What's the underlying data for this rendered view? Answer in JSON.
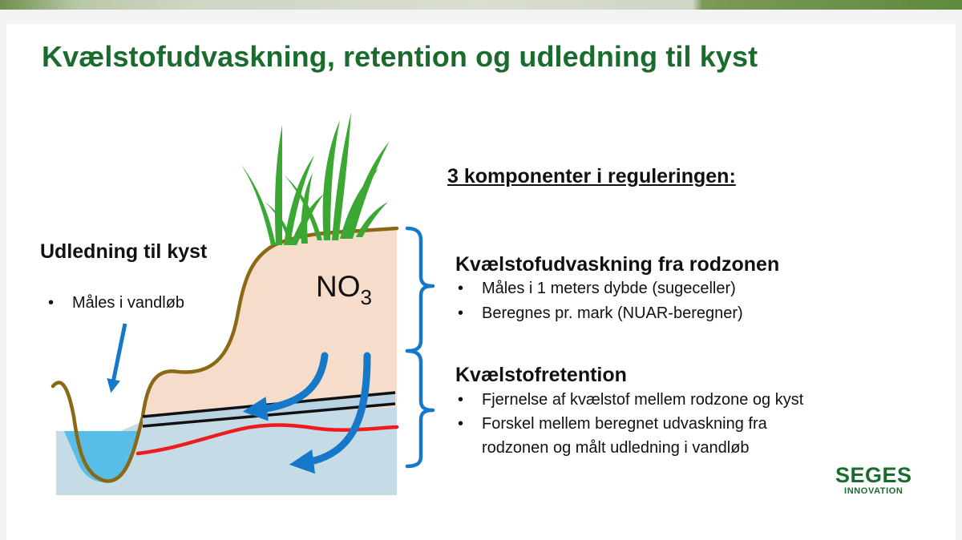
{
  "slide": {
    "title": "Kvælstofudvaskning, retention og udledning til kyst"
  },
  "diagram": {
    "chemical_label": "NO",
    "chemical_subscript": "3",
    "colors": {
      "soil": "#f5dccb",
      "soil_outline": "#8b6914",
      "groundwater": "#c5dbe6",
      "stream_water": "#58bde8",
      "arrow_blue": "#1678c8",
      "red_line": "#ee1c1c",
      "grass": "#3aa832"
    }
  },
  "left": {
    "heading": "Udledning til kyst",
    "bullets": [
      "Måles i vandløb"
    ]
  },
  "right": {
    "heading": "3 komponenter i reguleringen:",
    "sections": [
      {
        "title": "Kvælstofudvaskning fra rodzonen",
        "bullets": [
          "Måles i 1 meters dybde (sugeceller)",
          "Beregnes pr. mark (NUAR-beregner)"
        ]
      },
      {
        "title": "Kvælstofretention",
        "bullets": [
          "Fjernelse af kvælstof mellem rodzone og kyst",
          "Forskel mellem beregnet udvaskning fra",
          "rodzonen og målt udledning i vandløb"
        ]
      }
    ]
  },
  "logo": {
    "line1": "SEGES",
    "line2": "INNOVATION"
  }
}
